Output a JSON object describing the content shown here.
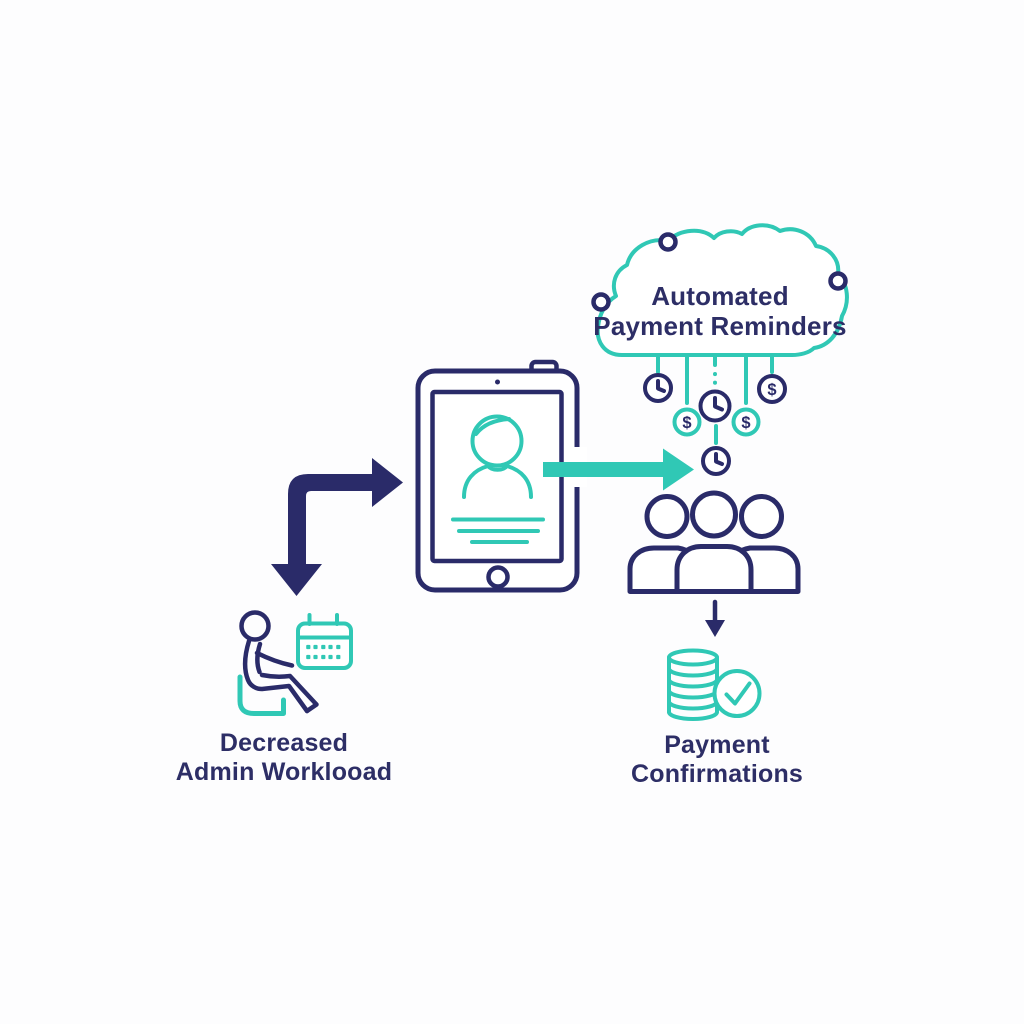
{
  "background": "#fdfdfe",
  "colors": {
    "teal": "#30c8b5",
    "navy": "#2a2b69",
    "text_navy": "#2d2e66"
  },
  "cloud": {
    "line1": "Automated",
    "line2": "Payment Reminders"
  },
  "captions": {
    "admin_line1": "Decreased",
    "admin_line2": "Admin Worklooad",
    "payment_line1": "Payment",
    "payment_line2": "Confirmations"
  },
  "icons": {
    "dollar_char": "$",
    "names": [
      "cloud-icon",
      "clock-icon",
      "dollar-icon",
      "tablet-icon",
      "user-avatar-icon",
      "down-right-elbow-arrow-icon",
      "right-arrow-icon",
      "people-group-icon",
      "down-arrow-icon",
      "coins-icon",
      "check-circle-icon",
      "seated-person-icon",
      "calendar-icon"
    ]
  }
}
